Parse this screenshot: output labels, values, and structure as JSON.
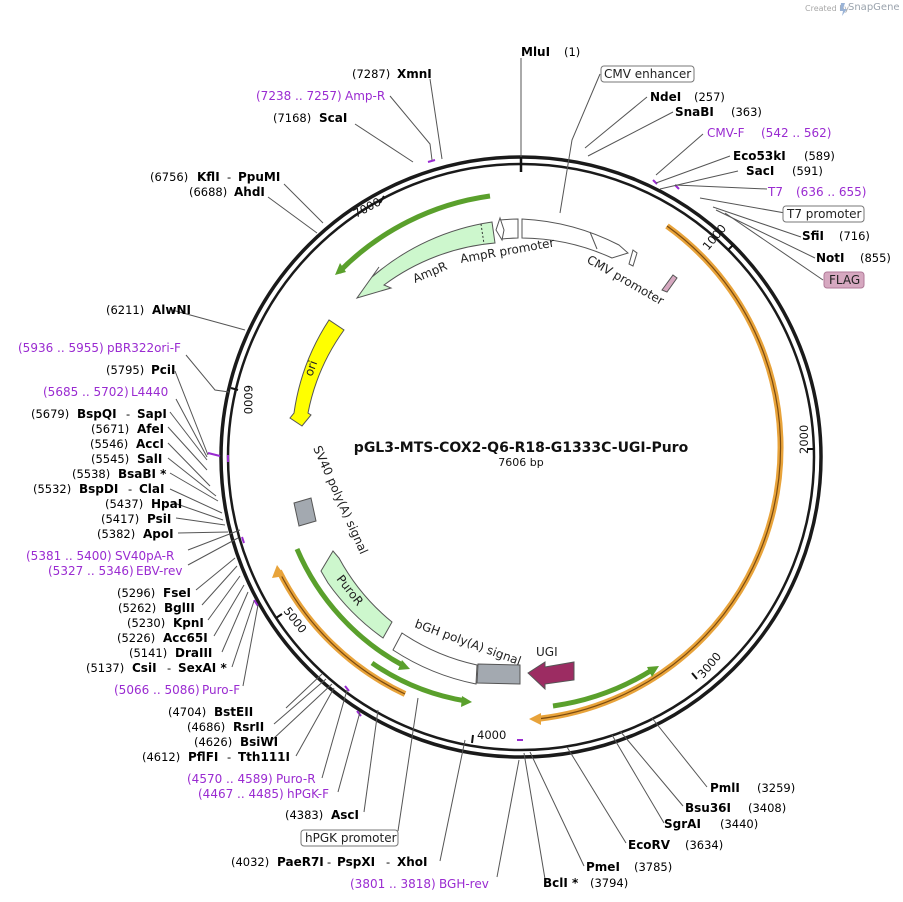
{
  "credit": {
    "prefix": "Created by",
    "brand": "SnapGene"
  },
  "plasmid": {
    "name": "pGL3-MTS-COX2-Q6-R18-G1333C-UGI-Puro",
    "size_label": "7606 bp",
    "length": 7606
  },
  "ticks": [
    "1000",
    "2000",
    "3000",
    "4000",
    "5000",
    "6000",
    "7000"
  ],
  "enzymes_right": [
    {
      "name": "MluI",
      "pos": "(1)"
    },
    {
      "name": "NdeI",
      "pos": "(257)"
    },
    {
      "name": "SnaBI",
      "pos": "(363)"
    },
    {
      "name": "Eco53kI",
      "pos": "(589)"
    },
    {
      "name": "SacI",
      "pos": "(591)"
    },
    {
      "name": "SfiI",
      "pos": "(716)"
    },
    {
      "name": "NotI",
      "pos": "(855)"
    },
    {
      "name": "PmlI",
      "pos": "(3259)"
    },
    {
      "name": "Bsu36I",
      "pos": "(3408)"
    },
    {
      "name": "SgrAI",
      "pos": "(3440)"
    },
    {
      "name": "EcoRV",
      "pos": "(3634)"
    },
    {
      "name": "PmeI",
      "pos": "(3785)"
    },
    {
      "name": "BclI *",
      "pos": "(3794)"
    }
  ],
  "enzymes_left": [
    {
      "name": "XmnI",
      "pos": "(7287)"
    },
    {
      "name": "ScaI",
      "pos": "(7168)"
    },
    {
      "name": "KflI",
      "name2": "PpuMI",
      "pos": "(6756)"
    },
    {
      "name": "AhdI",
      "pos": "(6688)"
    },
    {
      "name": "AlwNI",
      "pos": "(6211)"
    },
    {
      "name": "PciI",
      "pos": "(5795)"
    },
    {
      "name": "BspQI",
      "name2": "SapI",
      "pos": "(5679)"
    },
    {
      "name": "AfeI",
      "pos": "(5671)"
    },
    {
      "name": "AccI",
      "pos": "(5546)"
    },
    {
      "name": "SalI",
      "pos": "(5545)"
    },
    {
      "name": "BsaBI *",
      "pos": "(5538)"
    },
    {
      "name": "BspDI",
      "name2": "ClaI",
      "pos": "(5532)"
    },
    {
      "name": "HpaI",
      "pos": "(5437)"
    },
    {
      "name": "PsiI",
      "pos": "(5417)"
    },
    {
      "name": "ApoI",
      "pos": "(5382)"
    },
    {
      "name": "FseI",
      "pos": "(5296)"
    },
    {
      "name": "BglII",
      "pos": "(5262)"
    },
    {
      "name": "KpnI",
      "pos": "(5230)"
    },
    {
      "name": "Acc65I",
      "pos": "(5226)"
    },
    {
      "name": "DraIII",
      "pos": "(5141)"
    },
    {
      "name": "CsiI",
      "name2": "SexAI *",
      "pos": "(5137)"
    },
    {
      "name": "BstEII",
      "pos": "(4704)"
    },
    {
      "name": "RsrII",
      "pos": "(4686)"
    },
    {
      "name": "BsiWI",
      "pos": "(4626)"
    },
    {
      "name": "PflFI",
      "name2": "Tth111I",
      "pos": "(4612)"
    },
    {
      "name": "AscI",
      "pos": "(4383)"
    },
    {
      "name": "PaeR7I",
      "name2": "PspXI",
      "name3": "XhoI",
      "pos": "(4032)"
    }
  ],
  "primers": [
    {
      "name": "Amp-R",
      "range": "(7238 .. 7257)"
    },
    {
      "name": "CMV-F",
      "range": "(542 .. 562)"
    },
    {
      "name": "T7",
      "range": "(636 .. 655)"
    },
    {
      "name": "pBR322ori-F",
      "range": "(5936 .. 5955)"
    },
    {
      "name": "L4440",
      "range": "(5685 .. 5702)"
    },
    {
      "name": "SV40pA-R",
      "range": "(5381 .. 5400)"
    },
    {
      "name": "EBV-rev",
      "range": "(5327 .. 5346)"
    },
    {
      "name": "Puro-F",
      "range": "(5066 .. 5086)"
    },
    {
      "name": "Puro-R",
      "range": "(4570 .. 4589)"
    },
    {
      "name": "hPGK-F",
      "range": "(4467 .. 4485)"
    },
    {
      "name": "BGH-rev",
      "range": "(3801 .. 3818)"
    }
  ],
  "boxed_features": [
    {
      "name": "CMV enhancer"
    },
    {
      "name": "T7 promoter"
    },
    {
      "name": "FLAG"
    },
    {
      "name": "hPGK promoter"
    }
  ],
  "features": [
    {
      "name": "AmpR"
    },
    {
      "name": "AmpR promoter"
    },
    {
      "name": "CMV promoter"
    },
    {
      "name": "ori"
    },
    {
      "name": "SV40 poly(A) signal"
    },
    {
      "name": "PuroR"
    },
    {
      "name": "bGH poly(A) signal"
    },
    {
      "name": "UGI"
    }
  ],
  "colors": {
    "backbone": "#222222",
    "primer": "#9a2bd1",
    "orf_orange": "#e8a33a",
    "orf_green": "#5aa02c",
    "ampr_fill": "#cdf7cd",
    "ori_fill": "#ffff00",
    "ugi_fill": "#9c2c62",
    "polyA_fill": "#a3a9b0",
    "flag_fill": "#d6a8c0"
  }
}
